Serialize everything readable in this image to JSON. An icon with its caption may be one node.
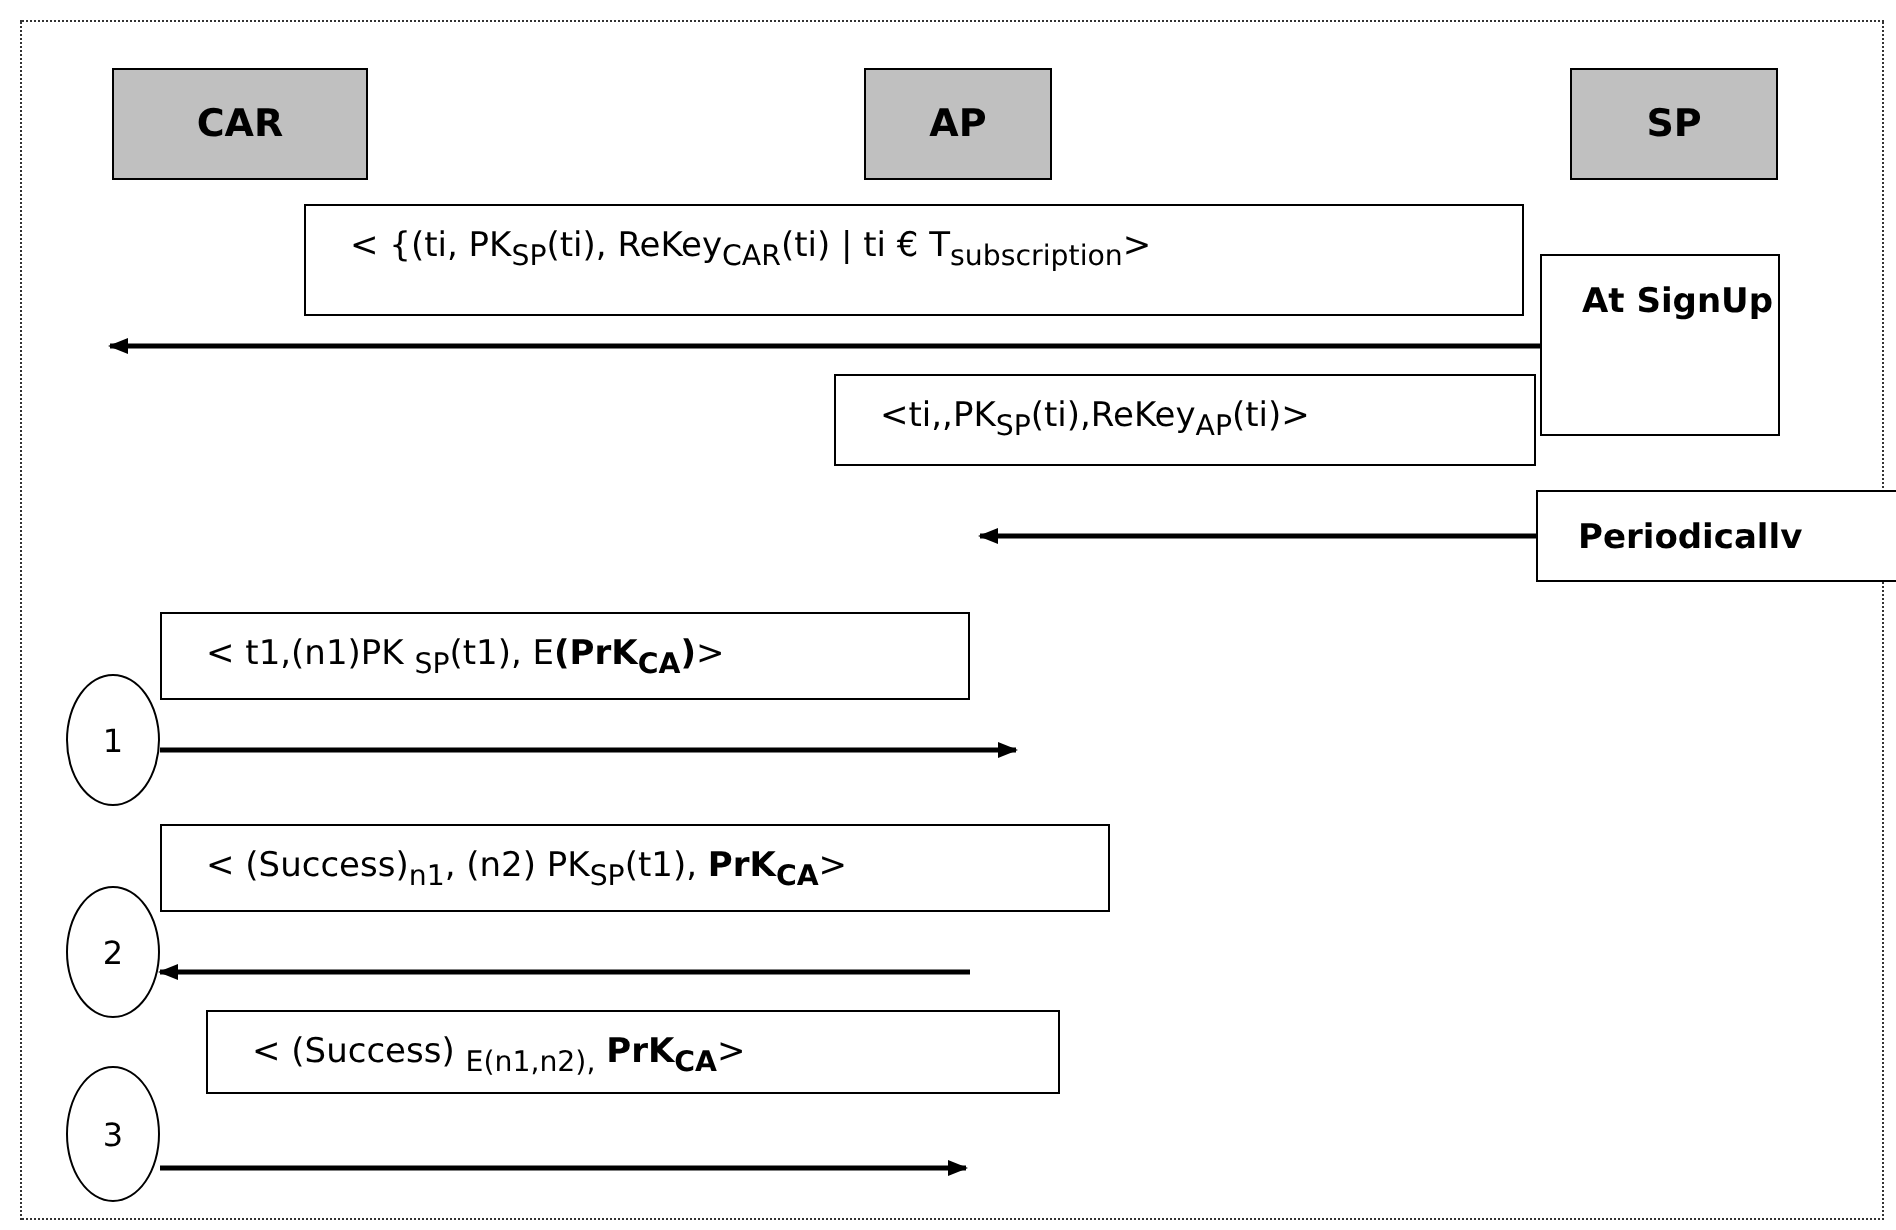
{
  "diagram": {
    "nodes": [
      {
        "text": [
          "CAR"
        ]
      },
      {
        "text": [
          "AP"
        ]
      },
      {
        "text": [
          "SP"
        ]
      },
      {
        "text": [
          "< {(ti, PK$_{SP}$(ti), ReKey$_{CAR}$(ti) | ti € T$_{subscription}$>"
        ]
      },
      {
        "text": [
          "At SignUp"
        ]
      },
      {
        "text": [
          "<ti,,PK$_{SP}$(ti),ReKey$_{AP}$(ti)>"
        ]
      },
      {
        "text": [
          "Periodicallv"
        ]
      },
      {
        "text": [
          "< t1,(n1)PK $_{SP}$(t1), E**(PrK$_{CA}$)**>"
        ]
      },
      {
        "text": [
          "1"
        ]
      },
      {
        "text": [
          "< (Success)$_{n1}$, (n2) PK$_{SP}$(t1), **PrK$_{CA}$**>"
        ]
      },
      {
        "text": [
          "2"
        ]
      },
      {
        "text": [
          "< (Success) $_{E(n1,n2),}$ **PrK$_{CA}$**>"
        ]
      },
      {
        "text": [
          "3"
        ]
      }
    ],
    "edges": [
      {
        "from": 4,
        "to": null,
        "arrow": "to"
      },
      {
        "from": 6,
        "to": null,
        "arrow": "to"
      },
      {
        "from": 8,
        "to": null,
        "arrow": "to"
      },
      {
        "from": null,
        "to": 10,
        "arrow": "to"
      },
      {
        "from": 12,
        "to": null,
        "arrow": "to"
      }
    ]
  }
}
